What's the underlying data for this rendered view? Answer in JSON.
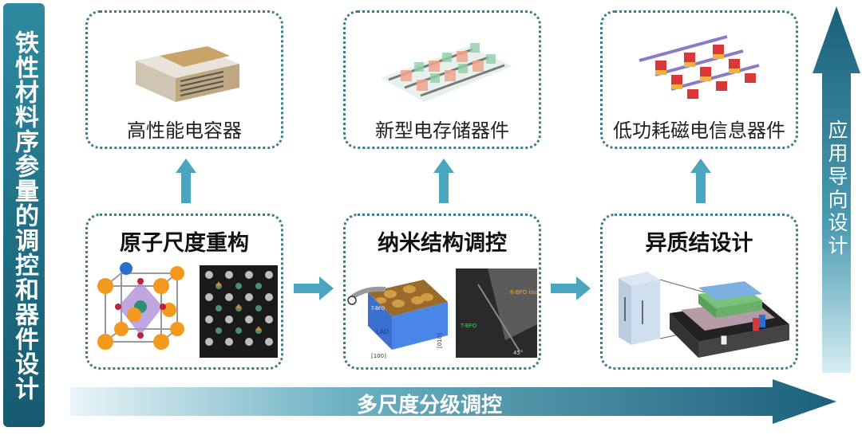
{
  "left_title": "铁性材料序参量的调控和器件设计",
  "top_boxes": [
    {
      "label": "高性能电容器"
    },
    {
      "label": "新型电存储器件"
    },
    {
      "label": "低功耗磁电信息器件"
    }
  ],
  "bottom_boxes": [
    {
      "label": "原子尺度重构"
    },
    {
      "label": "纳米结构调控"
    },
    {
      "label": "异质结设计"
    }
  ],
  "nano_image": {
    "axis_100": "[100]",
    "axis_010": "[010]",
    "substrate": "LAO",
    "film": "T-BFO",
    "inset_r_label": "R-BFO island",
    "inset_t_label": "T-BFO",
    "inset_angle": "45°"
  },
  "bottom_arrow_label": "多尺度分级调控",
  "right_arrow_label": "应用导向设计",
  "colors": {
    "accent": "#1f6f86",
    "arrow": "#4aa6bf",
    "border": "#3f7a88"
  }
}
